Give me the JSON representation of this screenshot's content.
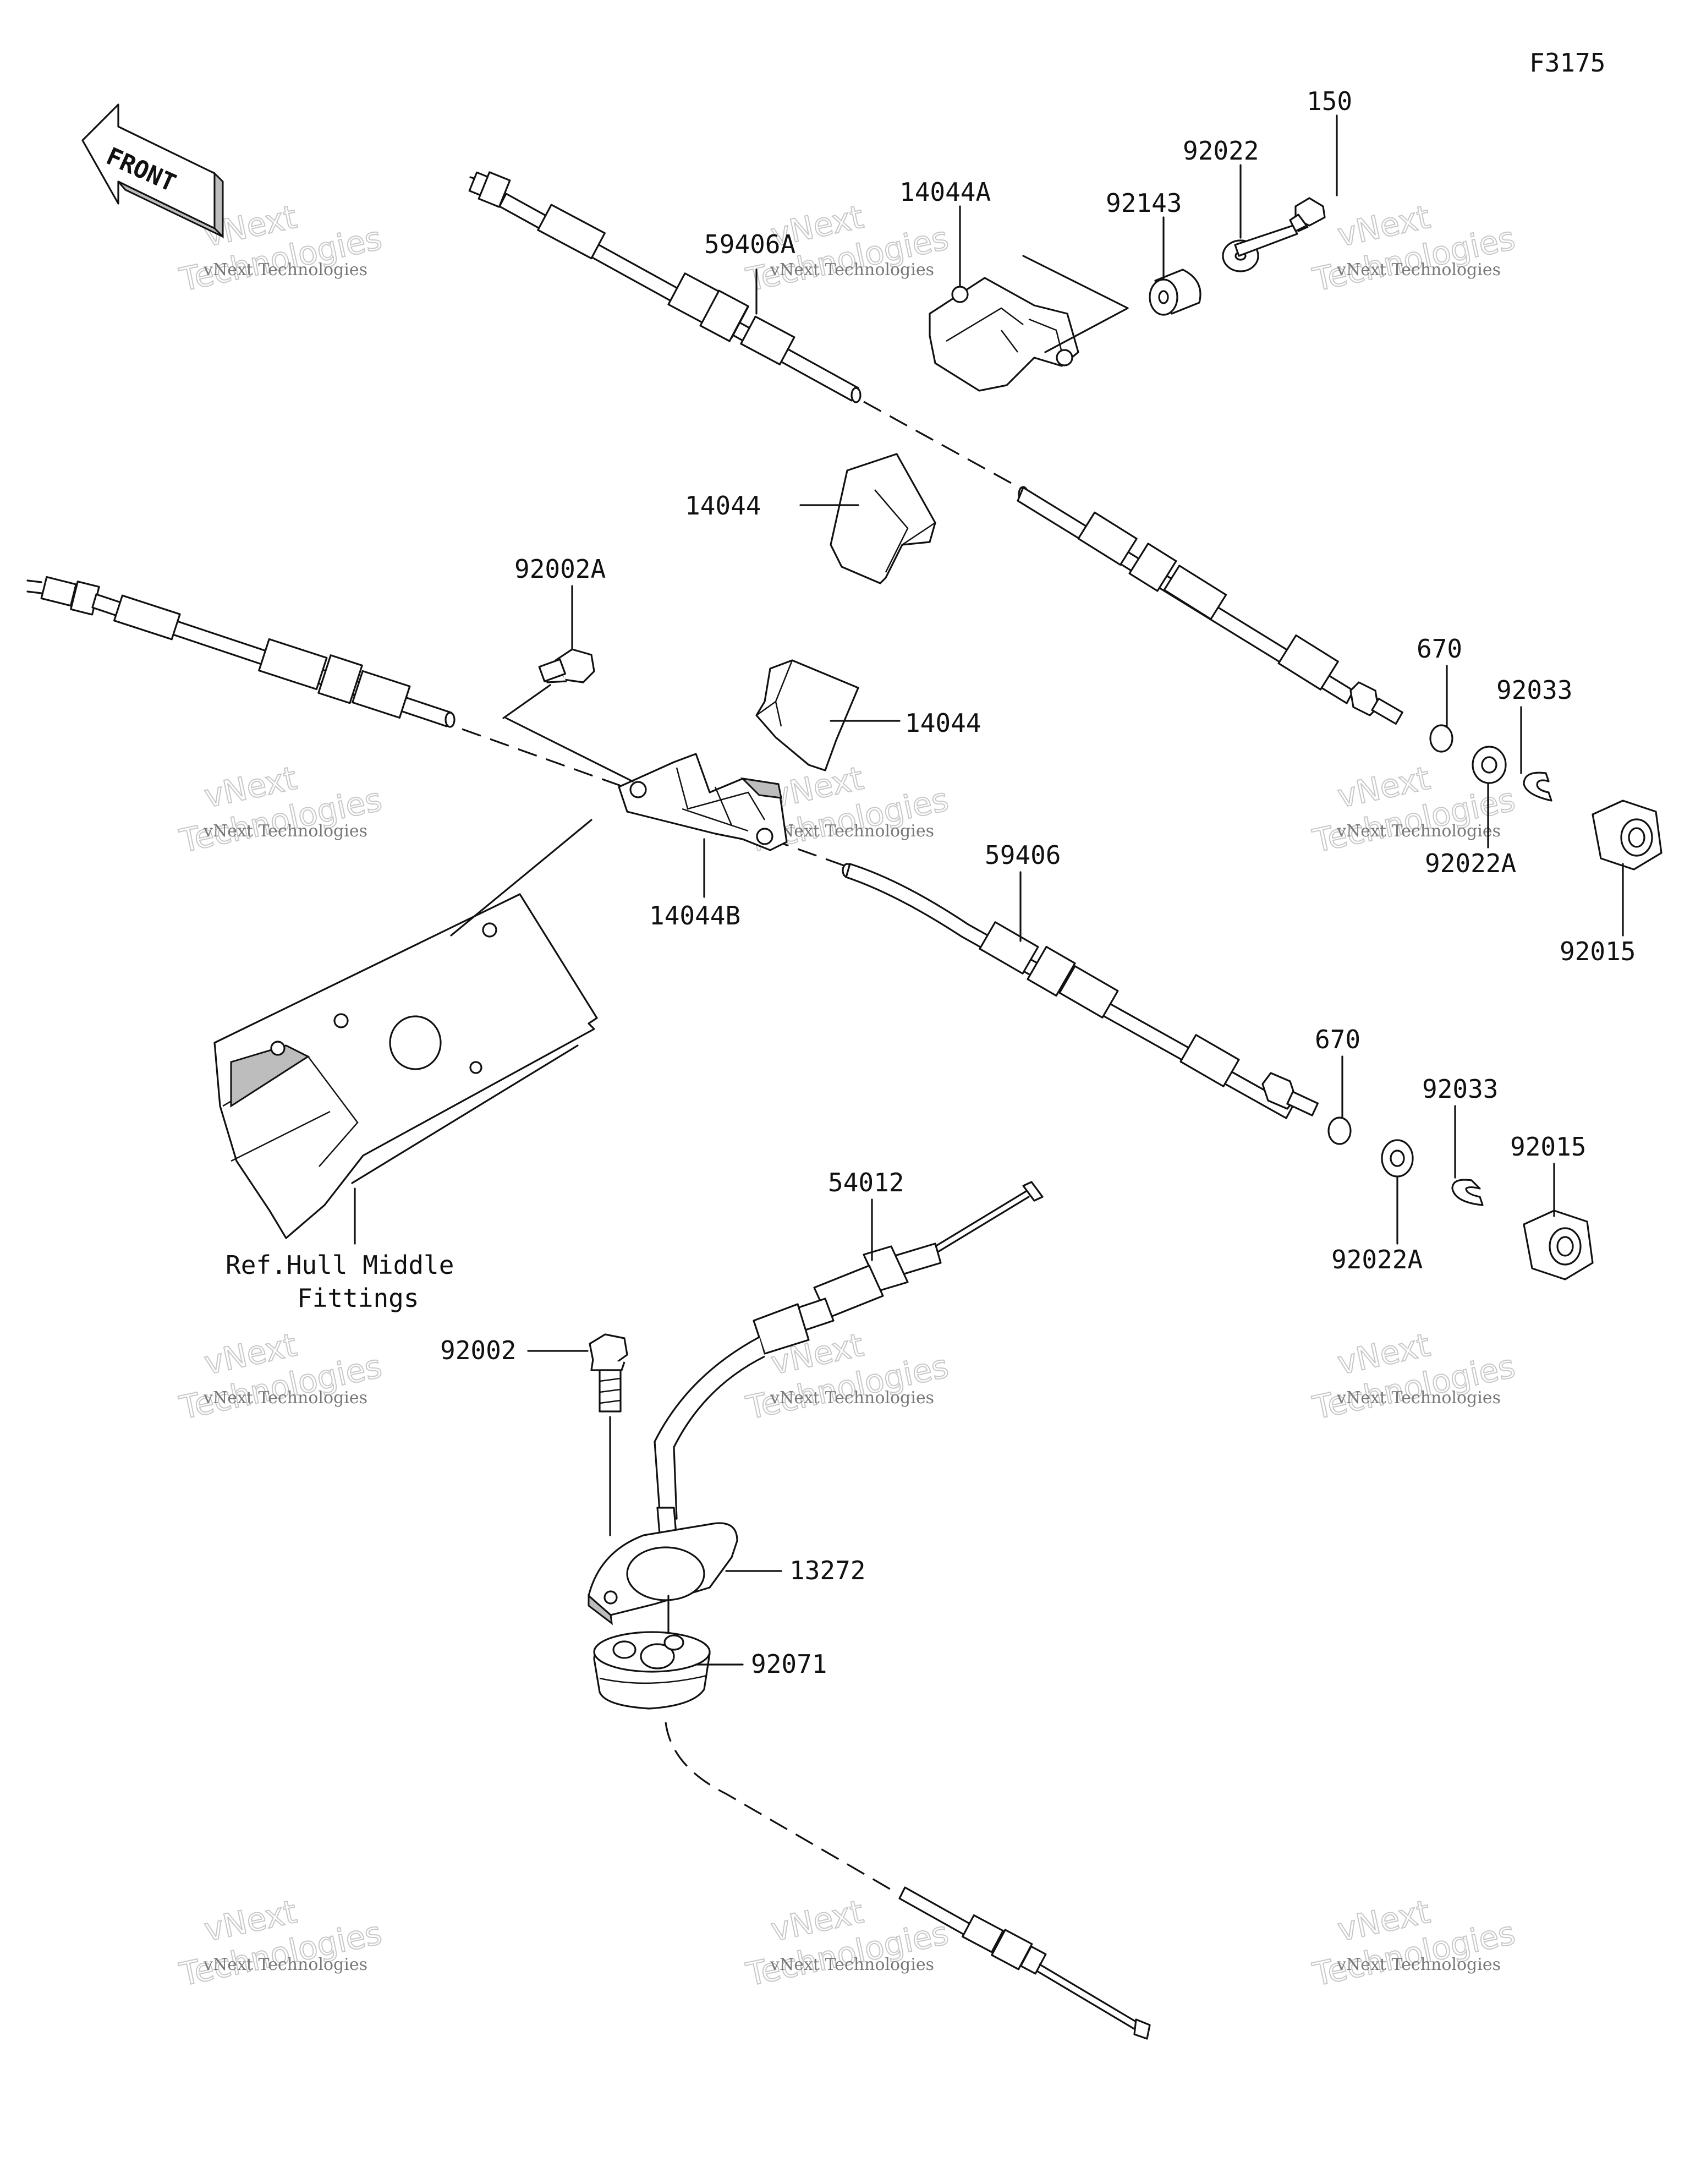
{
  "diagram_id": "F3175",
  "front_arrow_label": "FRONT",
  "reference_note": [
    "Ref.Hull Middle",
    "Fittings"
  ],
  "watermark": {
    "line1": "vNext Technologies",
    "line2": "vNext",
    "line3": "Technologies"
  },
  "parts": {
    "p150": "150",
    "p92022": "92022",
    "p92143": "92143",
    "p14044A": "14044A",
    "p59406A": "59406A",
    "p14044_top": "14044",
    "p92002A": "92002A",
    "p14044_mid": "14044",
    "p670_a": "670",
    "p92033_a": "92033",
    "p92022A_a": "92022A",
    "p92015_a": "92015",
    "p14044B": "14044B",
    "p59406": "59406",
    "p670_b": "670",
    "p92033_b": "92033",
    "p92015_b": "92015",
    "p92022A_b": "92022A",
    "p54012": "54012",
    "p92002": "92002",
    "p13272": "13272",
    "p92071": "92071"
  }
}
